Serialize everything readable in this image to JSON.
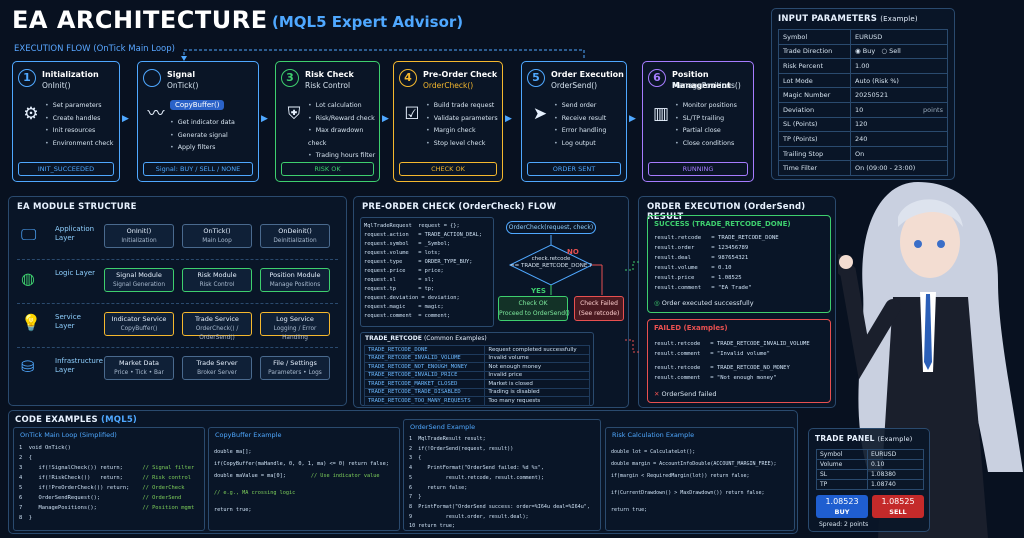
{
  "header": {
    "title": "EA ARCHITECTURE",
    "subtitle": "(MQL5 Expert Advisor)",
    "flow_title": "EXECUTION FLOW (OnTick Main Loop)"
  },
  "steps": [
    {
      "num": "1",
      "title": "Initialization",
      "sub": "OnInit()",
      "items": [
        "Set parameters",
        "Create handles",
        "Init resources",
        "Environment check"
      ],
      "foot": "INIT_SUCCEEDED",
      "color": "#4fa8ff"
    },
    {
      "num": "",
      "title": "Signal",
      "sub": "OnTick()",
      "chip": "CopyBuffer()",
      "items": [
        "Get indicator data",
        "Generate signal",
        "Apply filters"
      ],
      "foot": "Signal: BUY / SELL / NONE",
      "color": "#4fa8ff"
    },
    {
      "num": "3",
      "title": "Risk Check",
      "sub": "Risk Control",
      "items": [
        "Lot calculation",
        "Risk/Reward check",
        "Max drawdown check",
        "Trading hours filter"
      ],
      "foot": "RISK OK",
      "color": "#3ecf6e"
    },
    {
      "num": "4",
      "title": "Pre-Order Check",
      "sub": "OrderCheck()",
      "items": [
        "Build trade request",
        "Validate parameters",
        "Margin check",
        "Stop level check"
      ],
      "foot": "CHECK OK",
      "color": "#f5b82e"
    },
    {
      "num": "5",
      "title": "Order Execution",
      "sub": "OrderSend()",
      "items": [
        "Send order",
        "Receive result",
        "Error handling",
        "Log output"
      ],
      "foot": "ORDER SENT",
      "color": "#4fa8ff"
    },
    {
      "num": "6",
      "title": "Position Management",
      "sub": "ManagePositions()",
      "items": [
        "Monitor positions",
        "SL/TP trailing",
        "Partial close",
        "Close conditions"
      ],
      "foot": "RUNNING",
      "color": "#a67cff"
    }
  ],
  "params": {
    "title": "INPUT PARAMETERS",
    "title_note": "(Example)",
    "rows": [
      [
        "Symbol",
        "EURUSD",
        ""
      ],
      [
        "Trade Direction",
        "",
        ""
      ],
      [
        "Risk Percent",
        "1.00",
        ""
      ],
      [
        "Lot Mode",
        "Auto (Risk %)",
        ""
      ],
      [
        "Magic Number",
        "20250521",
        ""
      ],
      [
        "Deviation",
        "10",
        "points"
      ],
      [
        "SL (Points)",
        "120",
        ""
      ],
      [
        "TP (Points)",
        "240",
        ""
      ],
      [
        "Trailing Stop",
        "On",
        ""
      ],
      [
        "Time Filter",
        "On (09:00 - 23:00)",
        ""
      ]
    ],
    "buy": "Buy",
    "sell": "Sell"
  },
  "modules": {
    "title": "EA MODULE STRUCTURE",
    "layers": [
      {
        "name": "Application Layer",
        "icon": "monitor-icon",
        "mods": [
          [
            "OnInit()",
            "Initialization"
          ],
          [
            "OnTick()",
            "Main Loop"
          ],
          [
            "OnDeinit()",
            "Deinitialization"
          ]
        ],
        "color": "#4a6a8e"
      },
      {
        "name": "Logic Layer",
        "icon": "brain-icon",
        "mods": [
          [
            "Signal Module",
            "Signal Generation"
          ],
          [
            "Risk Module",
            "Risk Control"
          ],
          [
            "Position Module",
            "Manage Positions"
          ]
        ],
        "color": "#3ecf6e"
      },
      {
        "name": "Service Layer",
        "icon": "bulb-icon",
        "mods": [
          [
            "Indicator Service",
            "CopyBuffer()"
          ],
          [
            "Trade Service",
            "OrderCheck() / OrderSend()"
          ],
          [
            "Log Service",
            "Logging / Error Handling"
          ]
        ],
        "color": "#f5b82e"
      },
      {
        "name": "Infrastructure Layer",
        "icon": "database-icon",
        "mods": [
          [
            "Market Data",
            "Price • Tick • Bar"
          ],
          [
            "Trade Server",
            "Broker Server"
          ],
          [
            "File / Settings",
            "Parameters • Logs"
          ]
        ],
        "color": "#4a6a8e"
      }
    ]
  },
  "precheck": {
    "title": "PRE-ORDER CHECK (OrderCheck) FLOW",
    "code": [
      "MqlTradeRequest  request = {};",
      "request.action   = TRADE_ACTION_DEAL;",
      "request.symbol   = _Symbol;",
      "request.volume   = lots;",
      "request.type     = ORDER_TYPE_BUY;",
      "request.price    = price;",
      "request.sl       = sl;",
      "request.tp       = tp;",
      "request.deviation = deviation;",
      "request.magic    = magic;",
      "request.comment  = comment;"
    ],
    "call": "OrderCheck(request, check)",
    "cond": "check.retcode\n== TRADE_RETCODE_DONE ?",
    "yes": "YES",
    "no": "NO",
    "ok": "Check OK\nProceed to OrderSend()",
    "fail": "Check Failed\n(See retcode)",
    "retcode_title": "TRADE_RETCODE",
    "retcode_note": "(Common Examples)",
    "retcodes": [
      [
        "TRADE_RETCODE_DONE",
        "Request completed successfully"
      ],
      [
        "TRADE_RETCODE_INVALID_VOLUME",
        "Invalid volume"
      ],
      [
        "TRADE_RETCODE_NOT_ENOUGH_MONEY",
        "Not enough money"
      ],
      [
        "TRADE_RETCODE_INVALID_PRICE",
        "Invalid price"
      ],
      [
        "TRADE_RETCODE_MARKET_CLOSED",
        "Market is closed"
      ],
      [
        "TRADE_RETCODE_TRADE_DISABLED",
        "Trading is disabled"
      ],
      [
        "TRADE_RETCODE_TOO_MANY_REQUESTS",
        "Too many requests"
      ]
    ]
  },
  "execution": {
    "title": "ORDER EXECUTION (OrderSend) RESULT",
    "success_title": "SUCCESS (TRADE_RETCODE_DONE)",
    "success": [
      "result.retcode   = TRADE_RETCODE_DONE",
      "result.order     = 123456789",
      "result.deal      = 987654321",
      "result.volume    = 0.10",
      "result.price     = 1.08525",
      "result.comment   = \"EA Trade\""
    ],
    "success_note": "Order executed successfully",
    "fail_title": "FAILED (Examples)",
    "fail1": [
      "result.retcode   = TRADE_RETCODE_INVALID_VOLUME",
      "result.comment   = \"Invalid volume\""
    ],
    "fail2": [
      "result.retcode   = TRADE_RETCODE_NO_MONEY",
      "result.comment   = \"Not enough money\""
    ],
    "fail_note": "OrderSend failed"
  },
  "code": {
    "title": "CODE EXAMPLES",
    "title_note": "(MQL5)",
    "c1_title": "OnTick Main Loop (Simplified)",
    "c1": [
      "1  void OnTick()",
      "2  {",
      "3     if(!SignalCheck()) return;      // Signal filter",
      "4     if(!RiskCheck())   return;      // Risk control",
      "5     if(!PreOrderCheck()) return;    // OrderCheck",
      "6     OrderSendRequest();             // OrderSend",
      "7     ManagePositions();              // Position mgmt",
      "8  }"
    ],
    "c2_title": "CopyBuffer Example",
    "c2": [
      "double ma[];",
      "if(CopyBuffer(maHandle, 0, 0, 1, ma) <= 0) return false;",
      "double maValue = ma[0];        // Use indicator value",
      "",
      "// e.g., MA crossing logic",
      "",
      "return true;"
    ],
    "c3_title": "OrderSend Example",
    "c3": [
      "1  MqlTradeResult result;",
      "2  if(!OrderSend(request, result))",
      "3  {",
      "4     PrintFormat(\"OrderSend failed: %d %s\",",
      "5           result.retcode, result.comment);",
      "6     return false;",
      "7  }",
      "8  PrintFormat(\"OrderSend success: order=%I64u deal=%I64u\",",
      "9           result.order, result.deal);",
      "10 return true;"
    ],
    "c4_title": "Risk Calculation Example",
    "c4": [
      "double lot = CalculateLot();",
      "double margin = AccountInfoDouble(ACCOUNT_MARGIN_FREE);",
      "if(margin < RequiredMargin(lot)) return false;",
      "",
      "if(CurrentDrawdown() > MaxDrawdown()) return false;",
      "",
      "return true;"
    ]
  },
  "trade": {
    "title": "TRADE PANEL",
    "title_note": "(Example)",
    "rows": [
      [
        "Symbol",
        "EURUSD"
      ],
      [
        "Volume",
        "0.10"
      ],
      [
        "SL",
        "1.08380"
      ],
      [
        "TP",
        "1.08740"
      ]
    ],
    "buy_price": "1.08523",
    "buy": "BUY",
    "sell_price": "1.08525",
    "sell": "SELL",
    "spread": "Spread: 2 points"
  },
  "colors": {
    "blue": "#4fa8ff",
    "green": "#3ecf6e",
    "orange": "#f5b82e",
    "purple": "#a67cff",
    "red": "#e85050"
  }
}
